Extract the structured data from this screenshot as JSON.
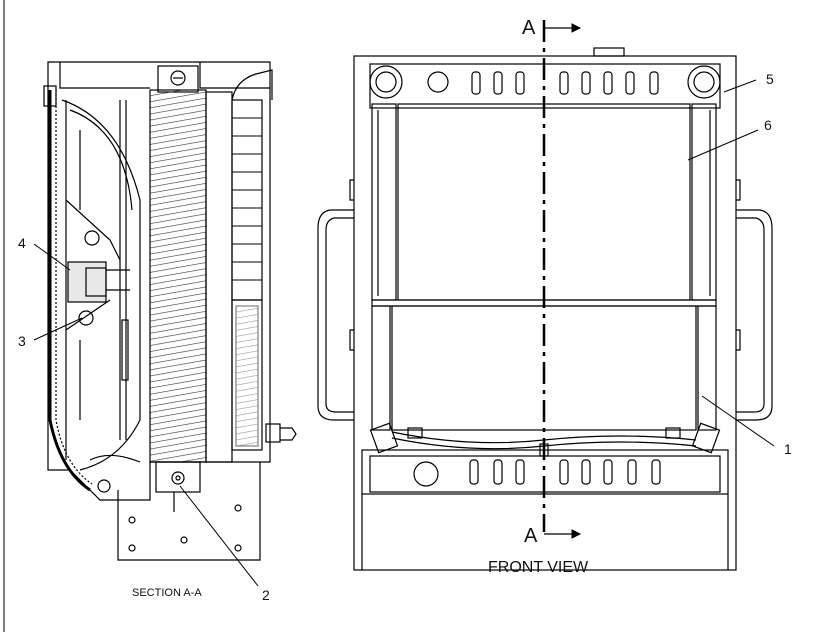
{
  "callouts": {
    "c1": "1",
    "c2": "2",
    "c3": "3",
    "c4": "4",
    "c5": "5",
    "c6": "6"
  },
  "section_marker_top": "A",
  "section_marker_bottom": "A",
  "captions": {
    "section": "SECTION A-A",
    "front": "FRONT VIEW"
  }
}
